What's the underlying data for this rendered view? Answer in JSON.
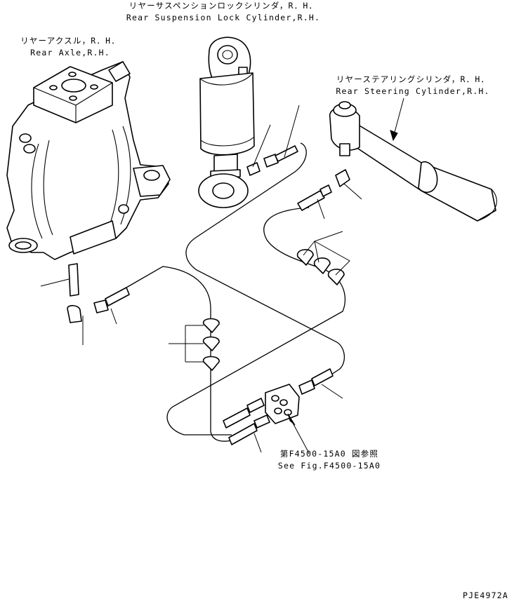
{
  "labels": {
    "suspension_cylinder_jp": "リヤーサスペンションロックシリンダ，R．H．",
    "suspension_cylinder_en": "Rear Suspension Lock Cylinder,R.H.",
    "rear_axle_jp": "リヤーアクスル，R．H．",
    "rear_axle_en": "Rear Axle,R.H.",
    "steering_cylinder_jp": "リヤーステアリングシリンダ，R．H．",
    "steering_cylinder_en": "Rear Steering Cylinder,R.H.",
    "see_fig_jp": "第F4500-15A0 図参照",
    "see_fig_en": "See Fig.F4500-15A0",
    "drawing_code": "PJE4972A"
  }
}
